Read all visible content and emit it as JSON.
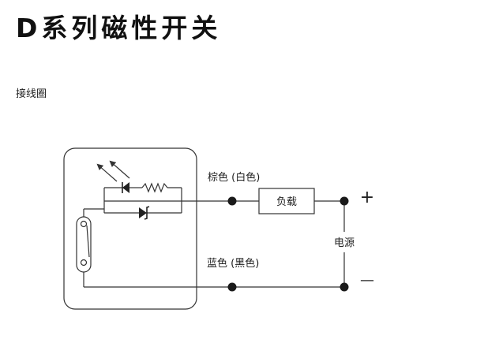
{
  "page": {
    "title": "D系列磁性开关",
    "subtitle": "接线圈"
  },
  "diagram": {
    "labels": {
      "brown_wire": "棕色 (白色)",
      "blue_wire": "蓝色 (黑色)",
      "load": "负载",
      "power": "电源",
      "plus": "+",
      "minus": "—"
    },
    "colors": {
      "line": "#333333",
      "dot": "#1a1a1a",
      "text": "#222222"
    }
  }
}
